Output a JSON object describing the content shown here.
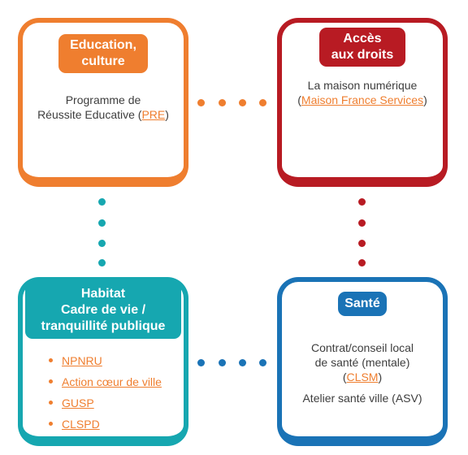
{
  "cards": {
    "education": {
      "title": "Education,\nculture",
      "line1": "Programme de",
      "line2_pre": "Réussite Educative (",
      "line2_link": "PRE",
      "line2_post": ")"
    },
    "acces": {
      "title": "Accès\naux droits",
      "line1": "La maison numérique",
      "line2_pre": "(",
      "line2_link": "Maison France Services",
      "line2_post": ")"
    },
    "habitat": {
      "title": "Habitat\nCadre de vie /\ntranquillité publique",
      "items": [
        "NPNRU",
        "Action cœur de ville",
        "GUSP",
        "CLSPD"
      ]
    },
    "sante": {
      "title": "Santé",
      "line1": "Contrat/conseil local",
      "line2": "de santé (mentale)",
      "line3_pre": "(",
      "line3_link": "CLSM",
      "line3_post": ")",
      "line4": "Atelier santé ville (ASV)"
    }
  },
  "colors": {
    "orange": "#ef7e2f",
    "red": "#b81b23",
    "teal": "#16a7b0",
    "blue": "#1a73b6"
  }
}
